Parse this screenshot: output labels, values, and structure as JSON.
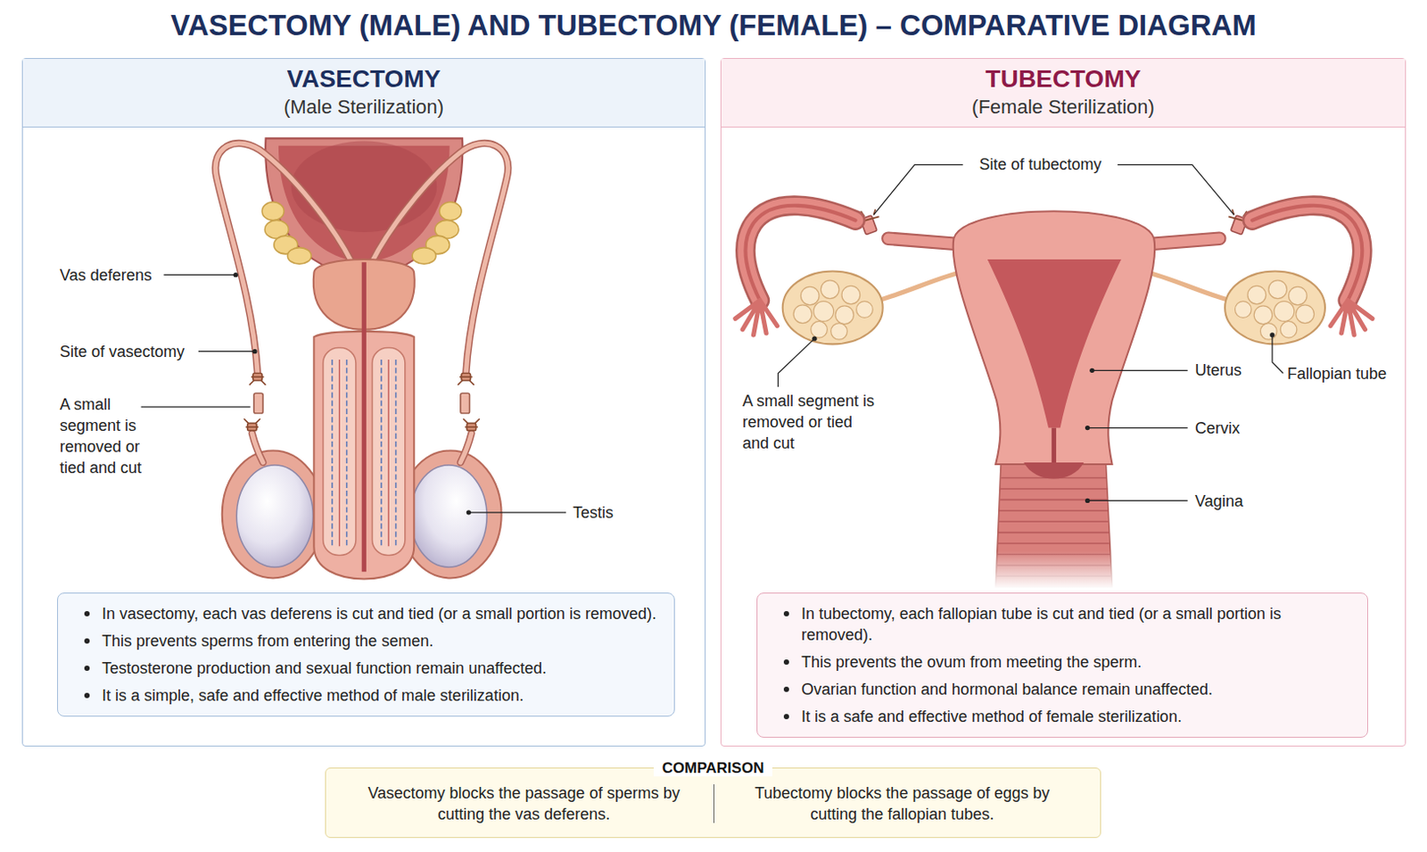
{
  "diagram": {
    "title": "VASECTOMY (MALE) AND TUBECTOMY (FEMALE) – COMPARATIVE DIAGRAM",
    "nodes": [
      {
        "text": [
          "VASECTOMY",
          "(Male Sterilization)"
        ]
      },
      {
        "text": [
          "In vasectomy, each vas deferens is cut and tied (or a small portion is removed).",
          "This prevents sperms from entering the semen.",
          "Testosterone production and sexual function remain unaffected.",
          "It is a simple, safe and effective method of male sterilization."
        ],
        "in": 0
      },
      {
        "text": [
          "TUBECTOMY",
          "(Female Sterilization)"
        ]
      },
      {
        "text": [
          "In tubectomy, each fallopian tube is cut and tied (or a small portion is removed).",
          "This prevents the ovum from meeting the sperm.",
          "Ovarian function and hormonal balance remain unaffected.",
          "It is a safe and effective method of female sterilization."
        ],
        "in": 2
      },
      {
        "text": [
          "COMPARISON",
          "Vasectomy blocks the passage of sperms by cutting the vas deferens.",
          "Tubectomy blocks the passage of eggs by cutting the fallopian tubes."
        ]
      }
    ],
    "labels": [
      "Vas deferens",
      "Site of vasectomy",
      "A small segment is removed or tied and cut",
      "Testis",
      "Site of tubectomy",
      "A small segment is removed or tied and cut",
      "Uterus",
      "Cervix",
      "Vagina",
      "Fallopian tube"
    ]
  }
}
